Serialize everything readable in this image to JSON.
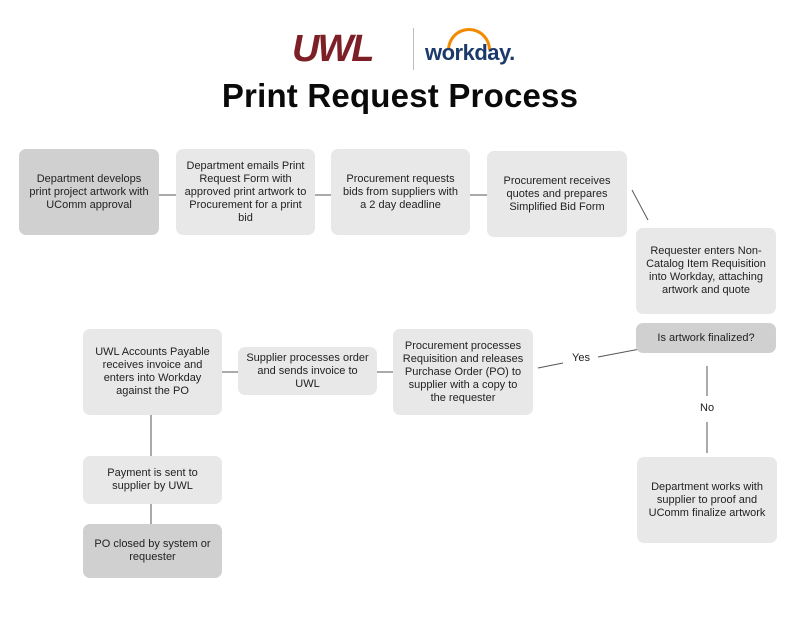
{
  "header": {
    "uwl_logo_text": "UWL",
    "workday_logo_text": "workday.",
    "title": "Print Request Process"
  },
  "colors": {
    "uwl_maroon": "#7d1f27",
    "workday_blue": "#1b3a6b",
    "workday_orange": "#f38b00",
    "node_light": "#e8e8e8",
    "node_dark": "#d0d0d0"
  },
  "nodes": {
    "develop_artwork": "Department develops print project artwork with UComm approval",
    "email_form": "Department emails Print Request Form with approved print artwork to Procurement for a print bid",
    "request_bids": "Procurement requests bids from suppliers with a 2 day deadline",
    "receive_quotes": "Procurement receives quotes and prepares Simplified Bid Form",
    "enter_requisition": "Requester enters Non-Catalog Item Requisition into Workday, attaching artwork and quote",
    "decision": "Is artwork finalized?",
    "finalize_artwork": "Department works with supplier to proof and UComm finalize artwork",
    "process_requisition": "Procurement processes Requisition and releases Purchase Order (PO) to supplier with a copy to the requester",
    "supplier_processes": "Supplier processes order and sends invoice to UWL",
    "accounts_payable": "UWL Accounts Payable receives invoice and enters into Workday against the PO",
    "payment_sent": "Payment is sent to supplier by UWL",
    "po_closed": "PO closed by system or requester"
  },
  "edge_labels": {
    "yes": "Yes",
    "no": "No"
  }
}
